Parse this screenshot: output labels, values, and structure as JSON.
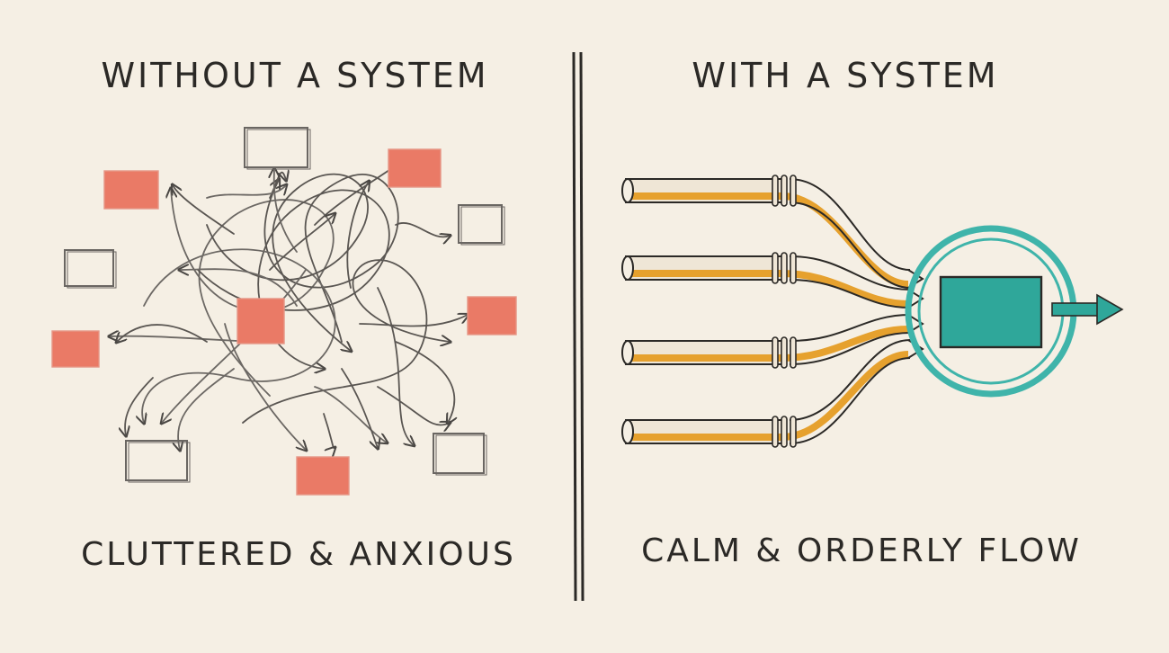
{
  "left_panel": {
    "title": "WITHOUT A SYSTEM",
    "caption": "CLUTTERED & ANXIOUS"
  },
  "right_panel": {
    "title": "WITH A SYSTEM",
    "caption": "CALM & ORDERLY FLOW"
  },
  "colors": {
    "background": "#f5efe4",
    "ink": "#2b2926",
    "task_red": "#ea7a66",
    "pipe_orange": "#e6a12e",
    "processor_teal": "#2fa79a",
    "ring_teal": "#3fb4aa"
  },
  "icons": [
    "scribble-arrows",
    "pipe-icon",
    "processor-box-icon",
    "output-arrow-icon"
  ]
}
